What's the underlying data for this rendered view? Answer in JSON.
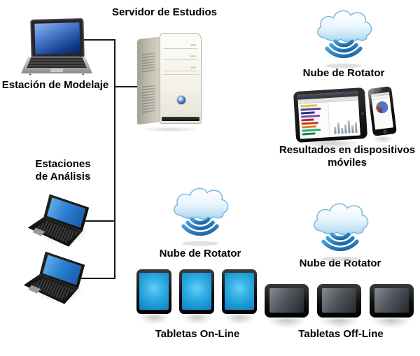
{
  "colors": {
    "background": "#ffffff",
    "connector_line": "#1a1a1a",
    "label_text": "#000000",
    "cloud_fill": "#9bcfec",
    "cloud_stroke": "#7ab5dc",
    "wifi_arc_blue": "#2277bb",
    "tablet_screen_blue": "#2aa9e1",
    "laptop_screen_blue": "#2a7fd0"
  },
  "nodes": {
    "server": {
      "label": "Servidor de Estudios",
      "icon": "server-tower-icon"
    },
    "modeling_station": {
      "label": "Estación de Modelaje",
      "icon": "laptop-icon"
    },
    "analysis_stations": {
      "label_line1": "Estaciones",
      "label_line2": "de Análisis",
      "icon": "laptop-icon",
      "count": 2
    },
    "cloud_results": {
      "label": "Nube de Rotator",
      "icon": "cloud-wifi-icon"
    },
    "mobile_results": {
      "label_line1": "Resultados en dispositivos",
      "label_line2": "móviles",
      "icons": [
        "tablet-dashboard-icon",
        "smartphone-icon"
      ]
    },
    "cloud_online": {
      "label": "Nube de Rotator",
      "icon": "cloud-wifi-icon"
    },
    "tablets_online": {
      "label": "Tabletas On-Line",
      "icon": "tablet-portrait-icon",
      "count": 3
    },
    "cloud_offline": {
      "label": "Nube de Rotator",
      "icon": "cloud-wifi-icon"
    },
    "tablets_offline": {
      "label": "Tabletas Off-Line",
      "icon": "tablet-landscape-icon",
      "count": 3
    }
  },
  "palette": {
    "dashboard_bars": [
      "#e3c431",
      "#5b3d9e",
      "#1f3a93",
      "#8e44ad",
      "#a93226",
      "#c0392b",
      "#e67e22",
      "#27ae60",
      "#1e8449"
    ],
    "phone_pie": [
      "#5b6fc4",
      "#b33a34",
      "#3f9d4f",
      "#31479e"
    ]
  }
}
